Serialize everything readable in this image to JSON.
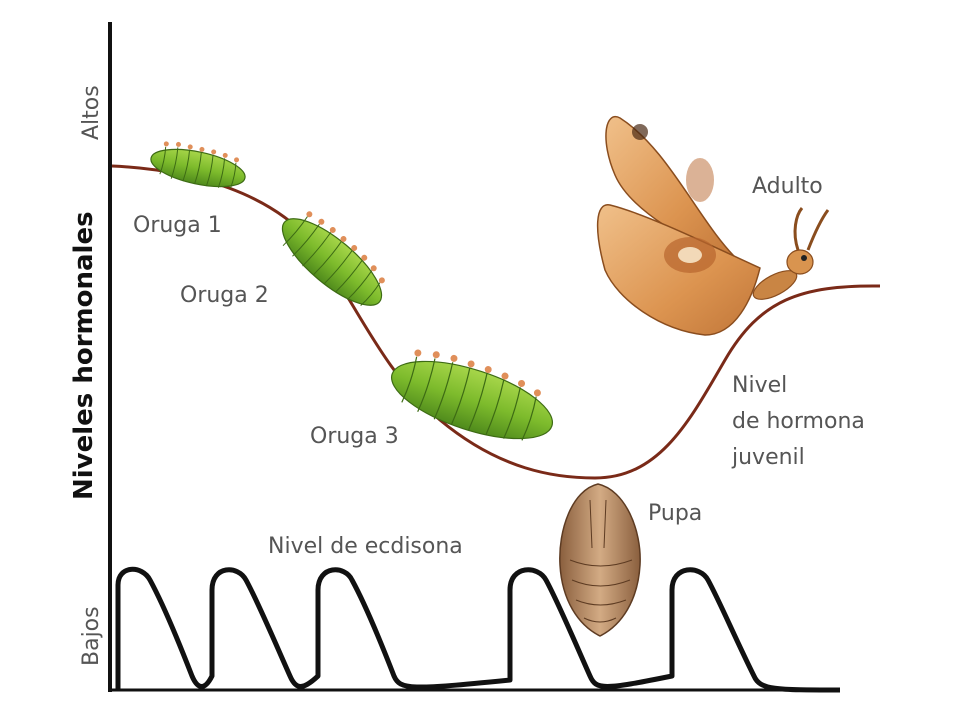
{
  "axis": {
    "title": "Niveles hormonales",
    "high": "Altos",
    "low": "Bajos"
  },
  "labels": {
    "larva1": "Oruga 1",
    "larva2": "Oruga 2",
    "larva3": "Oruga 3",
    "pupa": "Pupa",
    "adult": "Adulto",
    "jh_line1": "Nivel",
    "jh_line2": "de hormona",
    "jh_line3": "juvenil",
    "ecdysone": "Nivel de ecdisona"
  },
  "colors": {
    "jh_curve": "#7a2a18",
    "ecdysone_curve": "#111111",
    "caterpillar": "#7dbb2c",
    "pupa": "#b98a62",
    "moth": "#d9944f"
  },
  "icons": [
    "caterpillar-illustration",
    "pupa-illustration",
    "moth-illustration"
  ]
}
